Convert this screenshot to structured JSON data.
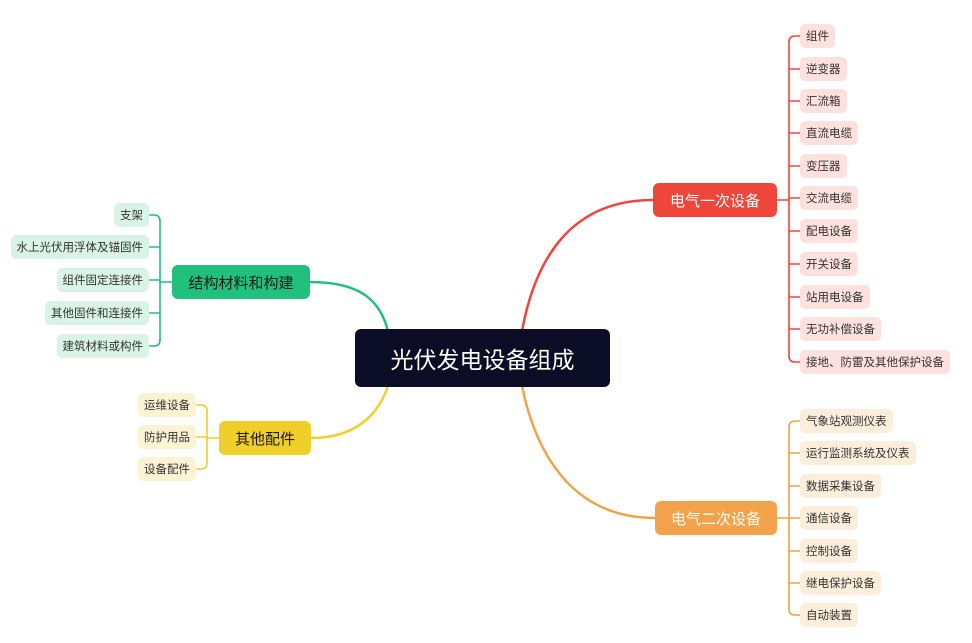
{
  "root": {
    "label": "光伏发电设备组成"
  },
  "branches": {
    "electrical_primary": {
      "label": "电气一次设备",
      "color": "#f0453b",
      "leaf_bg": "#fde1df",
      "items": [
        "组件",
        "逆变器",
        "汇流箱",
        "直流电缆",
        "变压器",
        "交流电缆",
        "配电设备",
        "开关设备",
        "站用电设备",
        "无功补偿设备",
        "接地、防雷及其他保护设备"
      ]
    },
    "electrical_secondary": {
      "label": "电气二次设备",
      "color": "#f2a24a",
      "leaf_bg": "#fdeedc",
      "items": [
        "气象站观测仪表",
        "运行监测系统及仪表",
        "数据采集设备",
        "通信设备",
        "控制设备",
        "继电保护设备",
        "自动装置"
      ]
    },
    "structure": {
      "label": "结构材料和构建",
      "color": "#21c07d",
      "leaf_bg": "#d9f3e6",
      "items": [
        "支架",
        "水上光伏用浮体及锚固件",
        "组件固定连接件",
        "其他固件和连接件",
        "建筑材料或构件"
      ]
    },
    "accessories": {
      "label": "其他配件",
      "color": "#f0cf2a",
      "leaf_bg": "#fcf3d3",
      "items": [
        "运维设备",
        "防护用品",
        "设备配件"
      ]
    }
  }
}
